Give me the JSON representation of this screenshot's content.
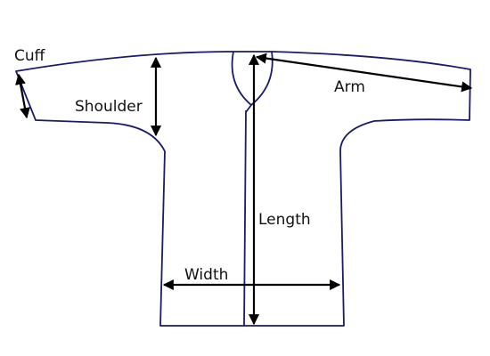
{
  "diagram": {
    "labels": {
      "cuff": "Cuff",
      "shoulder": "Shoulder",
      "arm": "Arm",
      "length": "Length",
      "width": "Width"
    },
    "colors": {
      "outline": "#1a1a6e",
      "arrows": "#000000",
      "text": "#111111"
    }
  }
}
